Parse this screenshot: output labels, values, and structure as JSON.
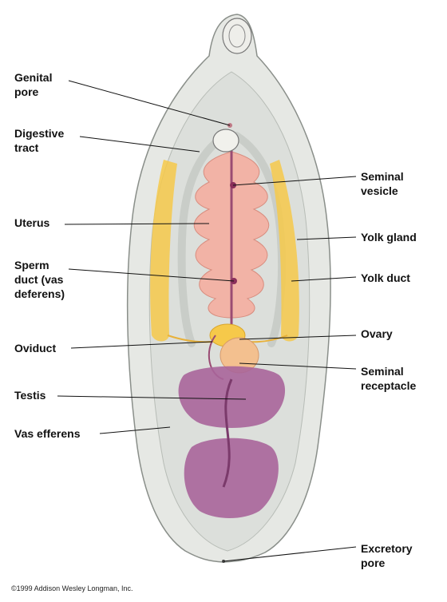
{
  "labels": {
    "genital_pore": [
      "Genital",
      "pore"
    ],
    "digestive_tract": [
      "Digestive",
      "tract"
    ],
    "uterus": [
      "Uterus"
    ],
    "sperm_duct": [
      "Sperm",
      "duct (vas",
      "deferens)"
    ],
    "oviduct": [
      "Oviduct"
    ],
    "testis": [
      "Testis"
    ],
    "vas_efferens": [
      "Vas efferens"
    ],
    "seminal_vesicle": [
      "Seminal",
      "vesicle"
    ],
    "yolk_gland": [
      "Yolk gland"
    ],
    "yolk_duct": [
      "Yolk duct"
    ],
    "ovary": [
      "Ovary"
    ],
    "seminal_receptacle": [
      "Seminal",
      "receptacle"
    ],
    "excretory_pore": [
      "Excretory",
      "pore"
    ]
  },
  "copyright": "©1999 Addison Wesley Longman, Inc.",
  "colors": {
    "body_fill": "#e6e8e4",
    "body_outline": "#8a8f8a",
    "uterus": "#f2b3a6",
    "testis": "#a9659a",
    "yolk_gland": "#f6c94a",
    "ovary": "#f3c08f",
    "leader_line": "#111111"
  }
}
